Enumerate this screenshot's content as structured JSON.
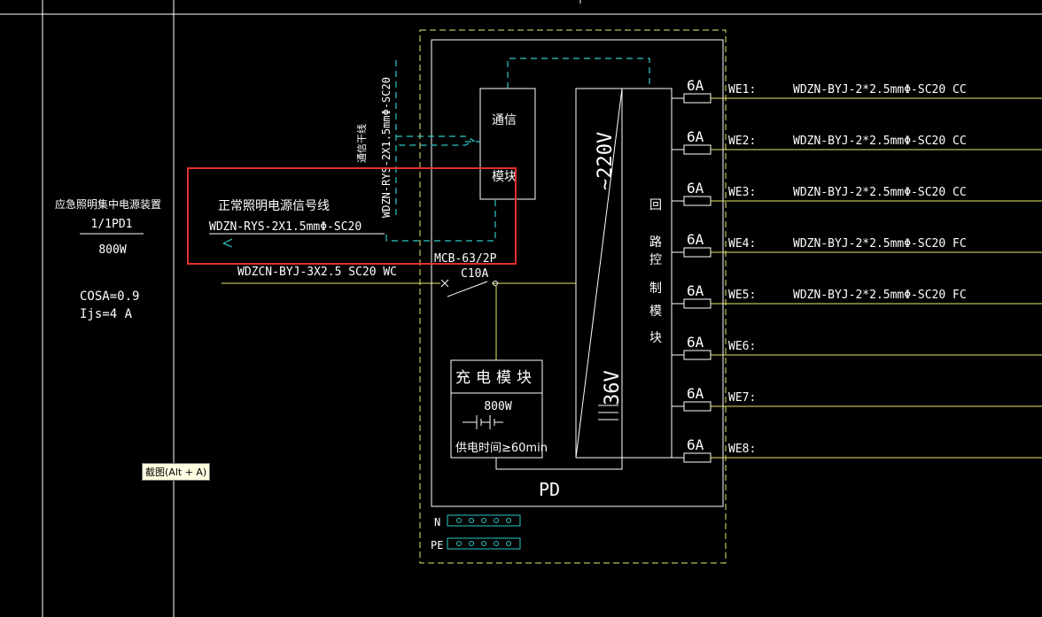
{
  "colors": {
    "background": "#000000",
    "frame": "#ffffff",
    "enclosure_dashed": "#e8e86a",
    "wire": "#e8e86a",
    "comm_dashed": "#2ec8c8",
    "terminal": "#2ec8c8",
    "highlight": "#e53030"
  },
  "panel_info": {
    "name": "应急照明集中电源装置",
    "id": "1/1PD1",
    "power": "800W",
    "cosa": "COSA=0.9",
    "ijs": "Ijs=4 A"
  },
  "comm_line": {
    "vertical_label": "通信干线",
    "vertical_cable": "WDZN-RYS-2X1.5mmΦ-SC20"
  },
  "signal_line": {
    "title": "正常照明电源信号线",
    "cable": "WDZN-RYS-2X1.5mmΦ-SC20"
  },
  "feed": {
    "cable": "WDZCN-BYJ-3X2.5  SC20  WC",
    "breaker_model": "MCB-63/2P",
    "breaker_rating": "C10A"
  },
  "comm_module": {
    "line1": "通信",
    "line2": "模块"
  },
  "converter": {
    "high": "~220V",
    "low": "36V"
  },
  "control_module": "回路控制模块",
  "charge_module": {
    "title": "充电模块",
    "power": "800W",
    "duration": "供电时间≥60min"
  },
  "device_label": "PD",
  "terminals": [
    {
      "label": "N"
    },
    {
      "label": "PE"
    }
  ],
  "circuits": [
    {
      "fuse": "6A",
      "id": "WE1:",
      "cable": "WDZN-BYJ-2*2.5mmΦ-SC20  CC"
    },
    {
      "fuse": "6A",
      "id": "WE2:",
      "cable": "WDZN-BYJ-2*2.5mmΦ-SC20  CC"
    },
    {
      "fuse": "6A",
      "id": "WE3:",
      "cable": "WDZN-BYJ-2*2.5mmΦ-SC20  CC"
    },
    {
      "fuse": "6A",
      "id": "WE4:",
      "cable": "WDZN-BYJ-2*2.5mmΦ-SC20  FC"
    },
    {
      "fuse": "6A",
      "id": "WE5:",
      "cable": "WDZN-BYJ-2*2.5mmΦ-SC20  FC"
    },
    {
      "fuse": "6A",
      "id": "WE6:",
      "cable": ""
    },
    {
      "fuse": "6A",
      "id": "WE7:",
      "cable": ""
    },
    {
      "fuse": "6A",
      "id": "WE8:",
      "cable": ""
    }
  ],
  "tooltip": "截图(Alt + A)"
}
